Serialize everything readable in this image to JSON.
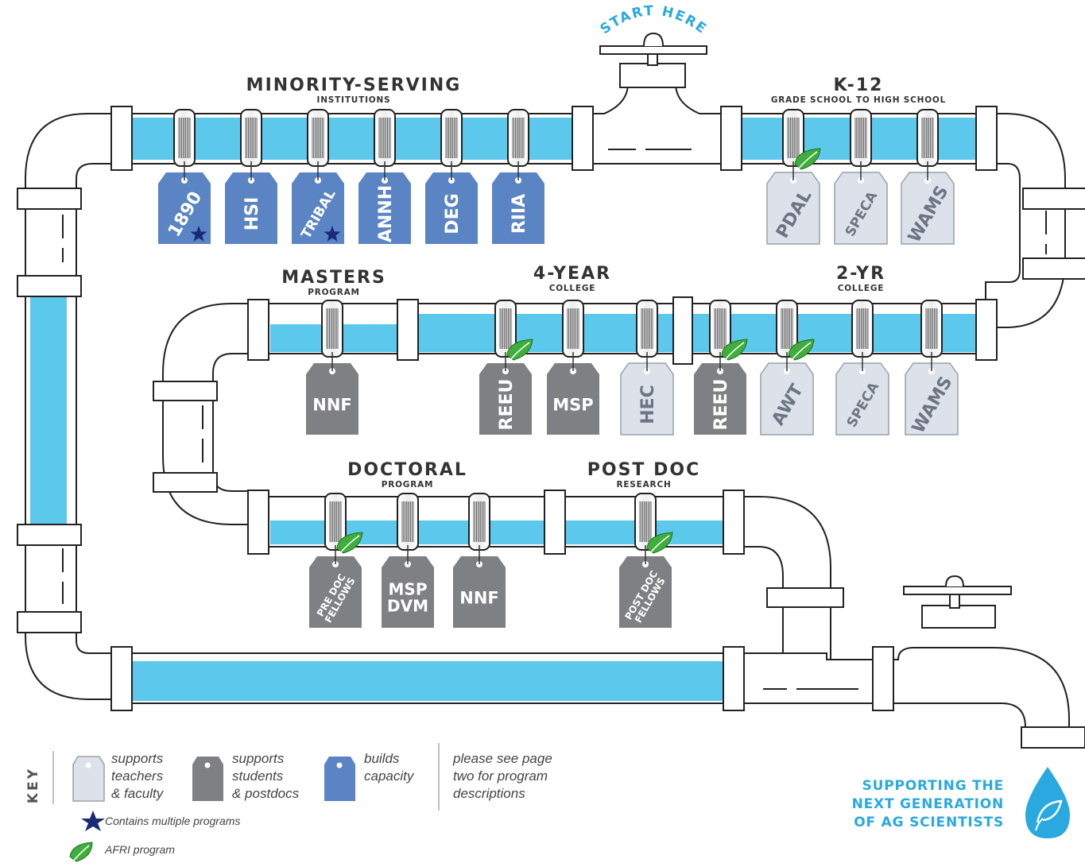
{
  "start_label": "START HERE",
  "sections": {
    "minority": {
      "title": "MINORITY-SERVING",
      "subtitle": "INSTITUTIONS"
    },
    "k12": {
      "title": "K-12",
      "subtitle": "GRADE SCHOOL TO HIGH SCHOOL"
    },
    "masters": {
      "title": "MASTERS",
      "subtitle": "PROGRAM"
    },
    "four_year": {
      "title": "4-YEAR",
      "subtitle": "COLLEGE"
    },
    "two_year": {
      "title": "2-YR",
      "subtitle": "COLLEGE"
    },
    "doctoral": {
      "title": "DOCTORAL",
      "subtitle": "PROGRAM"
    },
    "postdoc": {
      "title": "POST DOC",
      "subtitle": "RESEARCH"
    }
  },
  "colors": {
    "water": "#5bc8ec",
    "capacity_tag": "#5b84c4",
    "students_tag": "#7f8083",
    "teachers_tag": "#dde1ea",
    "star": "#1a2a78",
    "leaf": "#3fae3c",
    "accent": "#29a9e0"
  },
  "tags": [
    {
      "id": "tag-1890",
      "lines": [
        "1890"
      ],
      "type": "capacity",
      "star": true,
      "leaf": false
    },
    {
      "id": "tag-hsi",
      "lines": [
        "HSI"
      ],
      "type": "capacity",
      "star": false,
      "leaf": false
    },
    {
      "id": "tag-tribal",
      "lines": [
        "TRIBAL"
      ],
      "type": "capacity",
      "star": true,
      "leaf": false
    },
    {
      "id": "tag-annh",
      "lines": [
        "ANNH"
      ],
      "type": "capacity",
      "star": false,
      "leaf": false
    },
    {
      "id": "tag-deg",
      "lines": [
        "DEG"
      ],
      "type": "capacity",
      "star": false,
      "leaf": false
    },
    {
      "id": "tag-riia",
      "lines": [
        "RIIA"
      ],
      "type": "capacity",
      "star": false,
      "leaf": false
    },
    {
      "id": "tag-pdal",
      "lines": [
        "PDAL"
      ],
      "type": "teachers",
      "star": false,
      "leaf": true
    },
    {
      "id": "tag-speca-k12",
      "lines": [
        "SPECA"
      ],
      "type": "teachers",
      "star": false,
      "leaf": false
    },
    {
      "id": "tag-wams-k12",
      "lines": [
        "WAMS"
      ],
      "type": "teachers",
      "star": false,
      "leaf": false
    },
    {
      "id": "tag-nnf-masters",
      "lines": [
        "NNF"
      ],
      "type": "students",
      "star": false,
      "leaf": false
    },
    {
      "id": "tag-reeu-4yr",
      "lines": [
        "REEU"
      ],
      "type": "students",
      "star": false,
      "leaf": true
    },
    {
      "id": "tag-msp",
      "lines": [
        "MSP"
      ],
      "type": "students",
      "star": false,
      "leaf": false
    },
    {
      "id": "tag-hec",
      "lines": [
        "HEC"
      ],
      "type": "teachers",
      "star": false,
      "leaf": false
    },
    {
      "id": "tag-reeu-2yr",
      "lines": [
        "REEU"
      ],
      "type": "students",
      "star": false,
      "leaf": true
    },
    {
      "id": "tag-awt",
      "lines": [
        "AWT"
      ],
      "type": "teachers",
      "star": false,
      "leaf": true
    },
    {
      "id": "tag-speca-2yr",
      "lines": [
        "SPECA"
      ],
      "type": "teachers",
      "star": false,
      "leaf": false
    },
    {
      "id": "tag-wams-2yr",
      "lines": [
        "WAMS"
      ],
      "type": "teachers",
      "star": false,
      "leaf": false
    },
    {
      "id": "tag-predoc",
      "lines": [
        "PRE DOC",
        "FELLOWS"
      ],
      "type": "students",
      "star": false,
      "leaf": true
    },
    {
      "id": "tag-msp-dvm",
      "lines": [
        "MSP",
        "DVM"
      ],
      "type": "students",
      "star": false,
      "leaf": false
    },
    {
      "id": "tag-nnf-doctoral",
      "lines": [
        "NNF"
      ],
      "type": "students",
      "star": false,
      "leaf": false
    },
    {
      "id": "tag-postdoc",
      "lines": [
        "POST DOC",
        "FELLOWS"
      ],
      "type": "students",
      "star": false,
      "leaf": true
    }
  ],
  "key": {
    "title": "KEY",
    "teachers": "supports\nteachers\n& faculty",
    "students": "supports\nstudents\n& postdocs",
    "capacity": "builds\ncapacity",
    "note": "please see page\ntwo for program\ndescriptions",
    "star_label": "Contains multiple programs",
    "leaf_label": "AFRI program"
  },
  "tagline": [
    "SUPPORTING THE",
    "NEXT GENERATION",
    "OF AG SCIENTISTS"
  ]
}
